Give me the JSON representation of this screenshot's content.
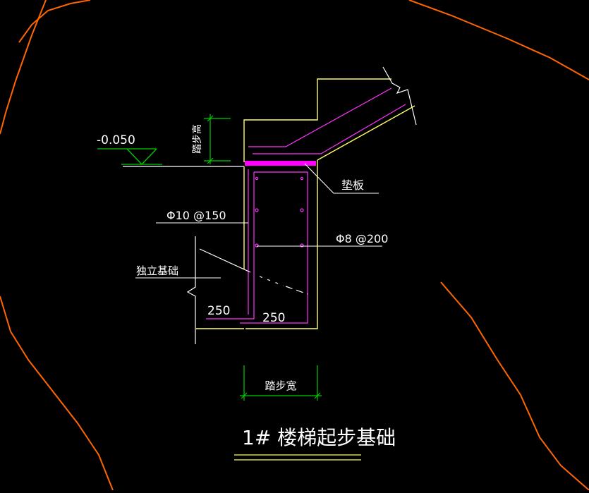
{
  "drawing": {
    "title": "1# 楼梯起步基础",
    "labels": {
      "elevation": "-0.050",
      "step_height": "踏步高",
      "step_width": "踏步宽",
      "pad": "垫板",
      "rebar_main": "Φ10 @150",
      "rebar_stirrup": "Φ8 @200",
      "foundation": "独立基础",
      "dim_left": "250",
      "dim_right": "250"
    },
    "colors": {
      "background": "#000000",
      "outline": "#ffff66",
      "rebar": "#ff33ff",
      "dimension": "#00cc00",
      "leader": "#ffffff",
      "boundary": "#ff6600",
      "pad_fill": "#ff00ff"
    }
  }
}
